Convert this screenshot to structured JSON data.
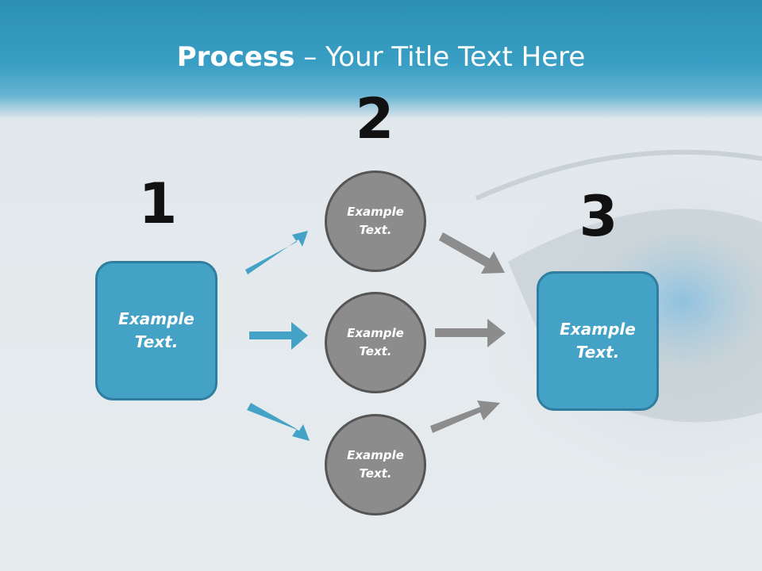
{
  "title": {
    "bold": "Process",
    "rest": " – Your Title Text Here"
  },
  "steps": [
    {
      "number": "1",
      "label_line1": "Example",
      "label_line2": "Text."
    },
    {
      "number": "2"
    },
    {
      "number": "3",
      "label_line1": "Example",
      "label_line2": "Text."
    }
  ],
  "circles": [
    {
      "line1": "Example",
      "line2": "Text."
    },
    {
      "line1": "Example",
      "line2": "Text."
    },
    {
      "line1": "Example",
      "line2": "Text."
    }
  ],
  "colors": {
    "header": "#3a9fc4",
    "box": "#44a2c6",
    "circle": "#8c8c8c",
    "arrow_blue": "#44a2c6",
    "arrow_gray": "#8c8c8c"
  }
}
